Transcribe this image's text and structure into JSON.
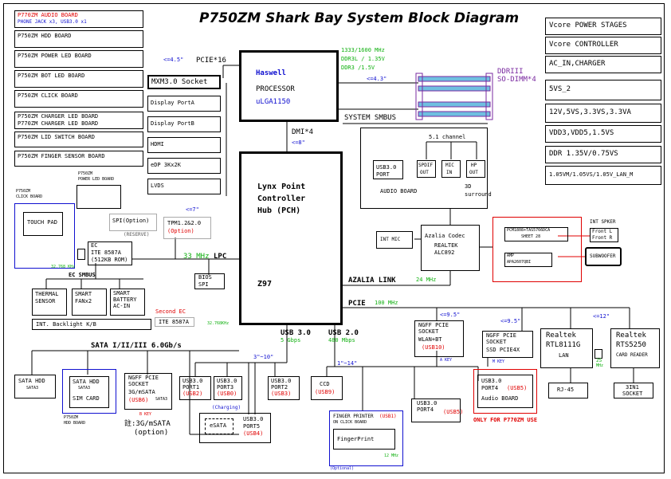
{
  "title": "P750ZM Shark Bay System Block Diagram",
  "left_boards": [
    "P770ZM AUDIO BOARD",
    "PHONE JACK x3, USB3.0 x1",
    "P750ZM HDD BOARD",
    "P750ZM POWER LED BOARD",
    "P750ZM BOT LED BOARD",
    "P750ZM CLICK BOARD",
    "P750ZM CHARGER LED BOARD",
    "P770ZM CHARGER LED BOARD",
    "P750ZM LID SWITCH BOARD",
    "P750ZM FINGER SENSOR BOARD"
  ],
  "right_power": [
    "Vcore POWER STAGES",
    "Vcore CONTROLLER",
    "AC_IN,CHARGER",
    "5VS_2",
    "12V,5VS,3.3VS,3.3VA",
    "VDD3,VDD5,1.5VS",
    "DDR 1.35V/0.75VS",
    "1.05VM/1.05VS/1.05V_LAN_M"
  ],
  "cpu": {
    "name": "Haswell",
    "sub": "PROCESSOR",
    "socket": "uLGA1150",
    "mem_speed": "1333/1600 MHz",
    "ddr3l": "DDR3L / 1.35V",
    "ddr3": "DDR3 /1.5V",
    "mem_len": "<=4.3\"",
    "dimm_name": "DDRIII",
    "dimm": "SO-DIMM*4",
    "smbus": "SYSTEM SMBUS"
  },
  "pcie16": {
    "label": "PCIE*16",
    "len": "<=4.5\""
  },
  "mxm": "MXM3.0 Socket",
  "mxm_outputs": [
    "Display PortA",
    "Display PortB",
    "HDMI",
    "eDP 3Kx2K",
    "LVDS"
  ],
  "dmi": {
    "label": "DMI*4",
    "len": "<=8\""
  },
  "pch": {
    "l1": "Lynx Point",
    "l2": "Controller",
    "l3": "Hub (PCH)",
    "chip": "Z97"
  },
  "audio": {
    "channels": "5.1 channel",
    "usb3": "USB3.0",
    "port": "PORT",
    "spdif": "SPDIF",
    "out": "OUT",
    "mic": "MIC",
    "in": "IN",
    "hp": "HP",
    "board": "AUDIO BOARD",
    "surround_3d": "3D",
    "surround": "surround"
  },
  "codec": {
    "name": "Azalia Codec",
    "vendor": "REALTEK",
    "chip": "ALC892",
    "int_mic": "INT MIC",
    "azalia_link": "AZALIA LINK",
    "freq": "24 MHz"
  },
  "amp": {
    "chip": "PCM1808+TAS5766DCA",
    "sheet": "SHEET 28",
    "amp": "AMP",
    "amp_chip": "APA2607QBI",
    "spk_title": "INT SPKER",
    "front_l": "Front L",
    "front_r": "Front R",
    "subwoofer": "SUBWOOFER"
  },
  "ec": {
    "name": "EC",
    "chip": "ITE 8587A",
    "rom": "(512KB ROM)",
    "freq_lpc": "33 MHz",
    "lpc": "LPC",
    "xtal": "32.768 KHz",
    "smbus": "EC SMBUS",
    "second_ec": "Second EC",
    "second_chip": "ITE 8587A",
    "second_xtal": "32.768KHz"
  },
  "spi_option": {
    "l1": "SPI(Option)",
    "reserve": "(RESERVE)"
  },
  "tpm": {
    "len": "<=7\"",
    "name": "TPM1.2&2.0",
    "opt": "(Option)"
  },
  "bios": {
    "l1": "BIOS",
    "l2": "SPI"
  },
  "touchpad": {
    "board": "P750ZM",
    "board2": "CLICK BOARD",
    "name": "TOUCH PAD"
  },
  "power_led": {
    "board": "P750ZM",
    "board2": "POWER LED BOARD"
  },
  "sensors": {
    "thermal1": "THERMAL",
    "thermal2": "SENSOR",
    "fan1": "SMART",
    "fan2": "FANx2",
    "batt1": "SMART",
    "batt2": "BATTERY",
    "batt3": "AC-IN",
    "backlight": "INT. Backlight K/B"
  },
  "sata": {
    "label": "SATA I/II/III 6.0Gb/s",
    "hdd": "SATA HDD",
    "sata3": "SATA3",
    "hdd2": "SATA HDD",
    "sata3b": "SATA3",
    "simcard": "SIM CARD",
    "p750zm": "P750ZM",
    "hddboard": "HDD BOARD",
    "ngff": "NGFF PCIE",
    "socket": "SOCKET",
    "msata": "3G/mSATA",
    "usb6": "(USB6)",
    "sata3c": "SATA3",
    "bkey": "B KEY",
    "note": "註:3G/mSATA",
    "option": "(option)"
  },
  "usb_headers": {
    "usb30": "USB 3.0",
    "speed5": "5 Gbps",
    "usb20": "USB 2.0",
    "speed480": "480 Mbps",
    "len1": "3\"~10\"",
    "len2": "1\"~14\""
  },
  "usb_ports": [
    {
      "l1": "USB3.0",
      "l2": "PORT1",
      "l3": "(USB2)"
    },
    {
      "l1": "USB3.0",
      "l2": "PORT3",
      "l3": "(USB0)"
    },
    {
      "l1": "USB3.0",
      "l2": "PORT2",
      "l3": "(USB3)"
    },
    {
      "l1": "CCD",
      "l2": "(USB9)"
    }
  ],
  "charging": "(Charging)",
  "esata": {
    "name": "eSATA",
    "usb": "USB3.0",
    "port": "PORT5",
    "usb4": "(USB4)"
  },
  "pcie": {
    "label": "PCIE",
    "freq": "100 MHz"
  },
  "wlan": {
    "ngff": "NGFF PCIE",
    "socket": "SOCKET",
    "name": "WLAN+BT",
    "usb": "(USB10)",
    "len": "<=9.5\"",
    "akey": "A KEY"
  },
  "ssd": {
    "ngff": "NGFF PCIE",
    "socket": "SOCKET",
    "name": "SSD PCIE4X",
    "len": "<=9.5\"",
    "mkey": "M KEY"
  },
  "lan": {
    "vendor": "Realtek",
    "chip": "RTL8111G",
    "name": "LAN",
    "xtal": "25",
    "mhz": "MHz",
    "rj45": "RJ-45",
    "len": "<=12\""
  },
  "card": {
    "vendor": "Realtek",
    "chip": "RTS5250",
    "name": "CARD READER",
    "socket1": "3IN1",
    "socket2": "SOCKET"
  },
  "port4": {
    "l1": "USB3.0",
    "l2": "PORT4",
    "l3": "(USB5)"
  },
  "audio_usb": {
    "l1": "USB3.0",
    "l2": "PORT4",
    "l3": "(USB5)",
    "board": "Audio BOARD",
    "note": "ONLY FOR P770ZM USE"
  },
  "finger": {
    "l1": "FINGER PRINTER",
    "usb": "(USB1)",
    "l2": "ON CLICK BOARD",
    "name": "FingerPrint",
    "freq": "12 MHz",
    "opt": "(Optional)"
  }
}
